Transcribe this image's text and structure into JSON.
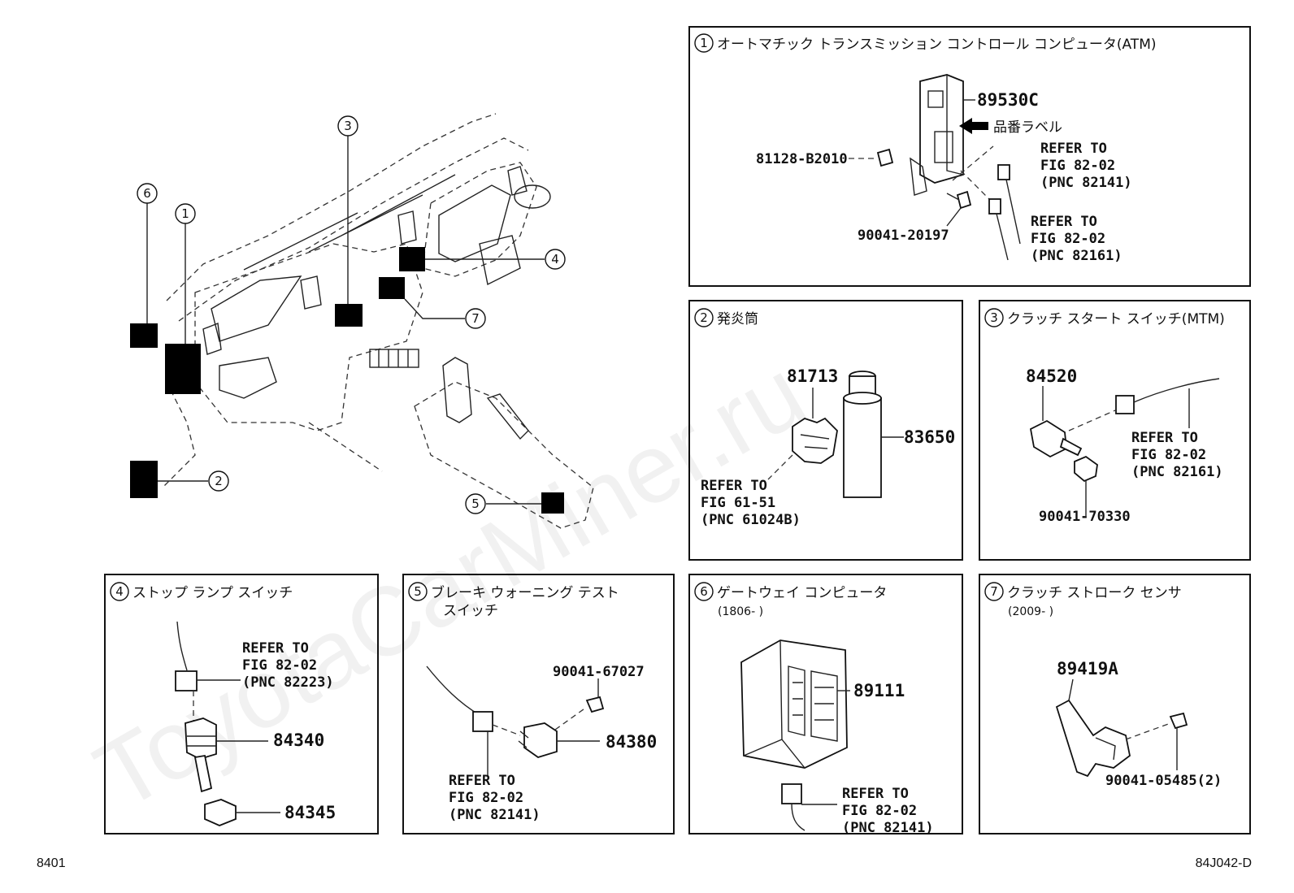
{
  "watermark": "ToyotaCarMiner.ru",
  "footer": {
    "left": "8401",
    "right": "84J042-D"
  },
  "overview": {
    "callouts": [
      "1",
      "2",
      "3",
      "4",
      "5",
      "6",
      "7"
    ]
  },
  "panels": {
    "p1": {
      "num": "1",
      "title": "オートマチック トランスミッション コントロール コンピュータ(ATM)",
      "parts": [
        "89530C",
        "81128-B2010",
        "90041-20197"
      ],
      "label_note": "品番ラベル",
      "refs": [
        [
          "REFER TO",
          "FIG 82-02",
          "(PNC 82141)"
        ],
        [
          "REFER TO",
          "FIG 82-02",
          "(PNC 82161)"
        ]
      ]
    },
    "p2": {
      "num": "2",
      "title": "発炎筒",
      "parts": [
        "81713",
        "83650"
      ],
      "refs": [
        [
          "REFER TO",
          "FIG 61-51",
          "(PNC 61024B)"
        ]
      ]
    },
    "p3": {
      "num": "3",
      "title": "クラッチ スタート スイッチ(MTM)",
      "parts": [
        "84520",
        "90041-70330"
      ],
      "refs": [
        [
          "REFER TO",
          "FIG 82-02",
          "(PNC 82161)"
        ]
      ]
    },
    "p4": {
      "num": "4",
      "title": "ストップ ランプ スイッチ",
      "parts": [
        "84340",
        "84345"
      ],
      "refs": [
        [
          "REFER TO",
          "FIG 82-02",
          "(PNC 82223)"
        ]
      ]
    },
    "p5": {
      "num": "5",
      "title": "ブレーキ ウォーニング テスト",
      "title2": "スイッチ",
      "parts": [
        "90041-67027",
        "84380"
      ],
      "refs": [
        [
          "REFER TO",
          "FIG 82-02",
          "(PNC 82141)"
        ]
      ]
    },
    "p6": {
      "num": "6",
      "title": "ゲートウェイ コンピュータ",
      "subtitle": "(1806-      )",
      "parts": [
        "89111"
      ],
      "refs": [
        [
          "REFER TO",
          "FIG 82-02",
          "(PNC 82141)"
        ]
      ]
    },
    "p7": {
      "num": "7",
      "title": "クラッチ ストローク センサ",
      "subtitle": "(2009-      )",
      "parts": [
        "89419A",
        "90041-05485(2)"
      ]
    }
  }
}
